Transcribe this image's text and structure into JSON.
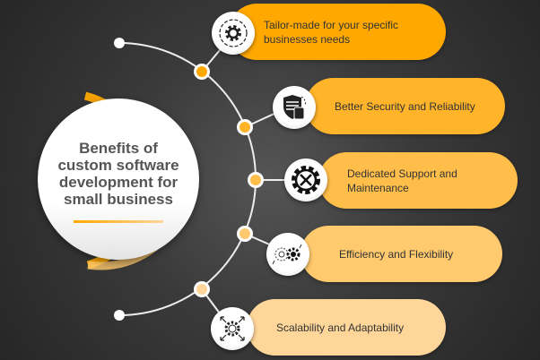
{
  "hub": {
    "title": "Benefits of custom software development for small business"
  },
  "benefits": [
    {
      "label": "Tailor-made for your specific businesses needs",
      "icon": "gear-icon",
      "color": "#FFA800"
    },
    {
      "label": "Better Security and Reliability",
      "icon": "shield-thumbs-up-icon",
      "color": "#FFB42A"
    },
    {
      "label": "Dedicated Support and Maintenance",
      "icon": "gear-tools-icon",
      "color": "#FFBE4A"
    },
    {
      "label": "Efficiency and Flexibility",
      "icon": "gears-arrows-icon",
      "color": "#FFC96E"
    },
    {
      "label": "Scalability and Adaptability",
      "icon": "gear-expand-icon",
      "color": "#FFD699"
    }
  ]
}
